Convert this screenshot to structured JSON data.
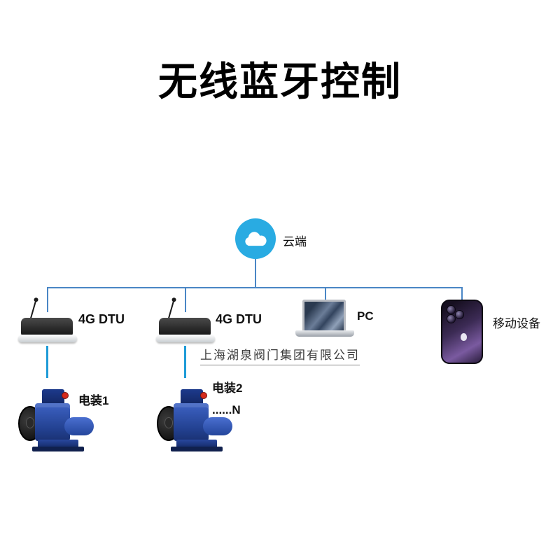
{
  "title": "无线蓝牙控制",
  "watermark": "上海湖泉阀门集团有限公司",
  "nodes": {
    "cloud": {
      "label": "云端"
    },
    "dtu1": {
      "label": "4G DTU"
    },
    "dtu2": {
      "label": "4G DTU"
    },
    "pc": {
      "label": "PC"
    },
    "mobile": {
      "label": "移动设备"
    },
    "actuator1": {
      "label": "电装1"
    },
    "actuator2": {
      "label": "电装2",
      "sublabel": "......N"
    }
  },
  "colors": {
    "bus_line": "#4a86c5",
    "device_link": "#1e9bd7",
    "cloud_bg": "#29abe2",
    "actuator_blue": "#22408f"
  }
}
